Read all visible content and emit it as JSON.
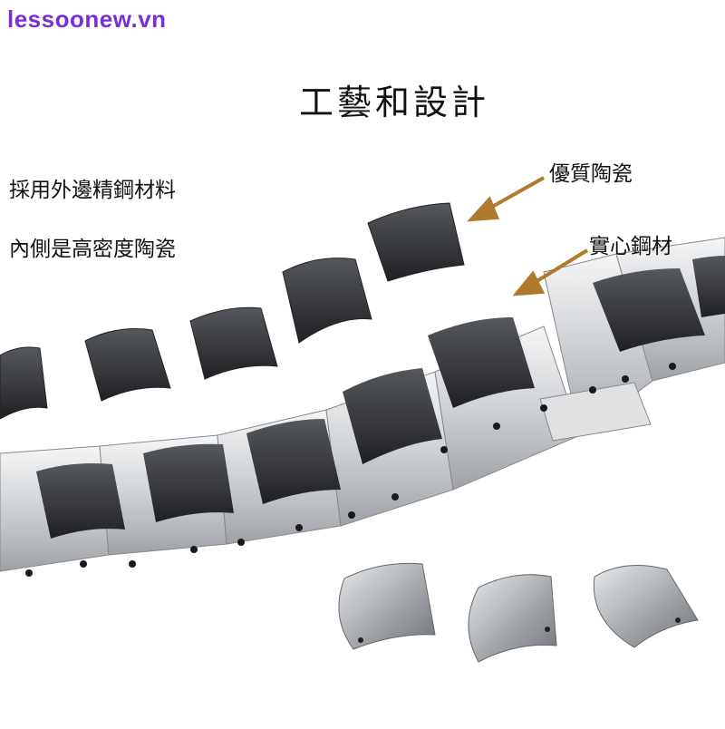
{
  "watermark": "lessoonew.vn",
  "title": "工藝和設計",
  "labels": {
    "material_outer": "採用外邊精鋼材料",
    "material_inner": "內側是高密度陶瓷",
    "ceramic": "優質陶瓷",
    "steel": "實心鋼材"
  },
  "colors": {
    "watermark": "#7a2fd6",
    "arrow": "#b07a2e",
    "ceramic": "#3e4044",
    "steel": "#d9dcdf"
  }
}
